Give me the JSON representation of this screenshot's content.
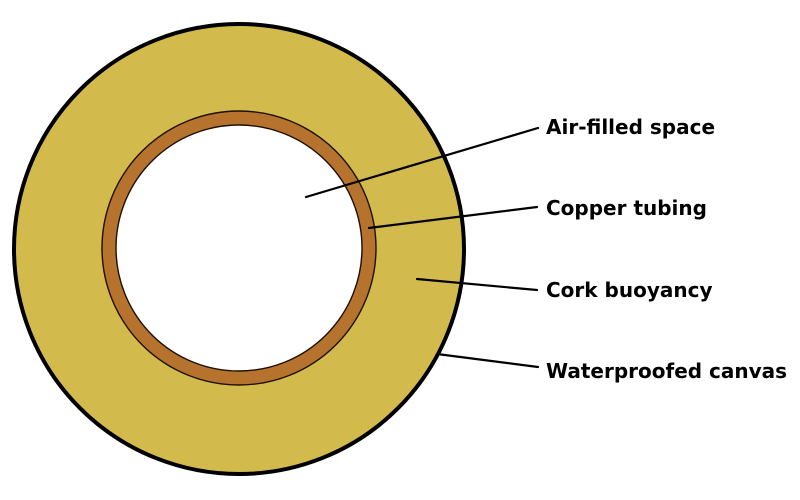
{
  "diagram": {
    "background_color": "#ffffff",
    "outline_color": "#000000",
    "leader_line_color": "#000000",
    "label_text_color": "#000000",
    "rings": {
      "cork": {
        "color": "#d3ba4c"
      },
      "copper": {
        "color": "#b5732e"
      },
      "air": {
        "color": "#ffffff"
      }
    },
    "labels": [
      {
        "id": "air-filled-space",
        "text": "Air-filled space"
      },
      {
        "id": "copper-tubing",
        "text": "Copper tubing"
      },
      {
        "id": "cork-buoyancy",
        "text": "Cork buoyancy"
      },
      {
        "id": "waterproofed-canvas",
        "text": "Waterproofed canvas"
      }
    ]
  }
}
